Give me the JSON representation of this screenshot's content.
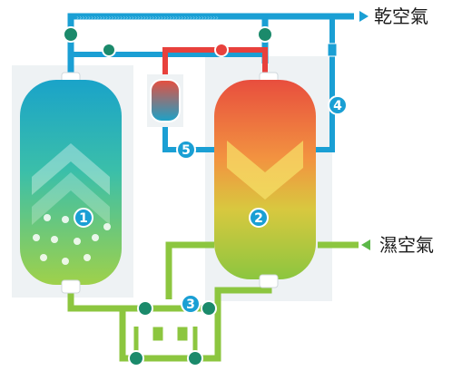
{
  "labels": {
    "dry_air": "乾空氣",
    "wet_air": "濕空氣"
  },
  "callouts": [
    "1",
    "2",
    "3",
    "4",
    "5"
  ],
  "colors": {
    "pipe_blue": "#1a9fd4",
    "pipe_green": "#8cc63f",
    "pipe_red": "#e8413c",
    "valve": "#1b8a6b",
    "badge": "#1a9fd4",
    "arrow": "#1a9fd4",
    "wet_arrow": "#5cb848"
  }
}
